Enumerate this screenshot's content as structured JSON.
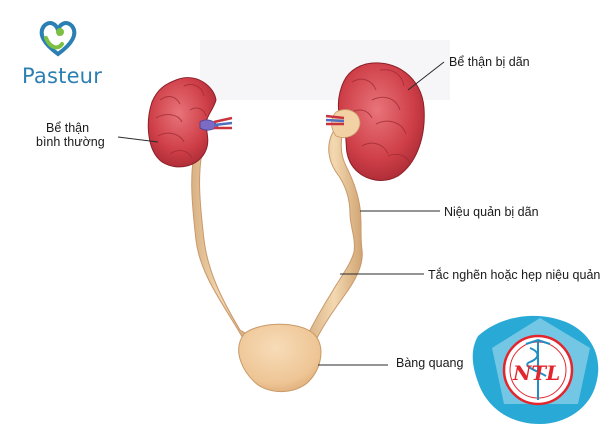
{
  "logo": {
    "name": "Pasteur",
    "icon": "heart-person-icon",
    "color": "#2b7fb3",
    "accent": "#7bbf43"
  },
  "labels": {
    "dilated_pelvis": "Bể thận bị dãn",
    "normal_pelvis_line1": "Bể thận",
    "normal_pelvis_line2": "bình thường",
    "dilated_ureter": "Niệu quản bị dãn",
    "obstruction": "Tắc nghẽn hoặc hẹp niệu quản",
    "bladder": "Bàng quang"
  },
  "watermark": {
    "text": "NTL",
    "icon": "caduceus-icon",
    "colors": {
      "outer": "#29a9d6",
      "ring": "#e3262d",
      "text": "#e3262d"
    }
  }
}
